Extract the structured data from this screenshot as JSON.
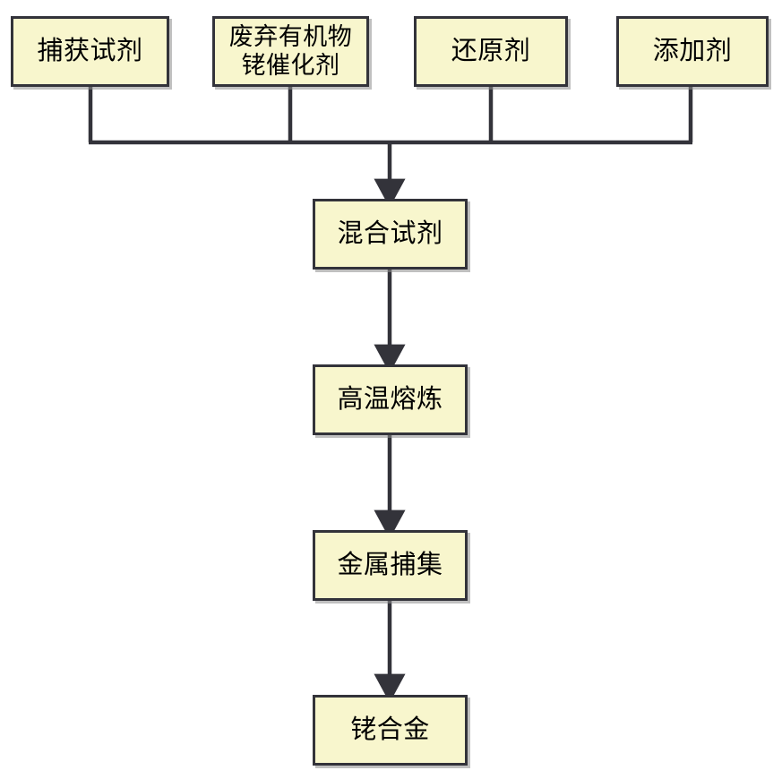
{
  "diagram": {
    "type": "flowchart",
    "title": "",
    "orientation": "top-to-bottom",
    "palette": {
      "node_fill": "#f8f6cd",
      "node_border": "#33333a",
      "edge_color": "#33333a",
      "background": "#ffffff",
      "text_color": "#000000",
      "shadow": "#8c8c8c"
    },
    "inputs": [
      {
        "id": "capture-agent",
        "label": "捕获试剂",
        "lines": 1
      },
      {
        "id": "waste-organic-rhodium-catalyst",
        "label": "废弃有机物\n铑催化剂",
        "lines": 2
      },
      {
        "id": "reducing-agent",
        "label": "还原剂",
        "lines": 1
      },
      {
        "id": "additive",
        "label": "添加剂",
        "lines": 1
      }
    ],
    "steps": [
      {
        "id": "mixed-reagent",
        "label": "混合试剂",
        "lines": 1
      },
      {
        "id": "high-temperature-smelting",
        "label": "高温熔炼",
        "lines": 1
      },
      {
        "id": "metal-collection",
        "label": "金属捕集",
        "lines": 1
      },
      {
        "id": "rhodium-alloy",
        "label": "铑合金",
        "lines": 1
      }
    ],
    "edges": [
      {
        "from": "capture-agent",
        "to": "mixed-reagent",
        "via": "merge-bus",
        "arrow": false
      },
      {
        "from": "waste-organic-rhodium-catalyst",
        "to": "mixed-reagent",
        "via": "merge-bus",
        "arrow": false
      },
      {
        "from": "reducing-agent",
        "to": "mixed-reagent",
        "via": "merge-bus",
        "arrow": false
      },
      {
        "from": "additive",
        "to": "mixed-reagent",
        "via": "merge-bus",
        "arrow": false
      },
      {
        "from": "merge-bus",
        "to": "mixed-reagent",
        "arrow": true
      },
      {
        "from": "mixed-reagent",
        "to": "high-temperature-smelting",
        "arrow": true
      },
      {
        "from": "high-temperature-smelting",
        "to": "metal-collection",
        "arrow": true
      },
      {
        "from": "metal-collection",
        "to": "rhodium-alloy",
        "arrow": true
      }
    ]
  }
}
